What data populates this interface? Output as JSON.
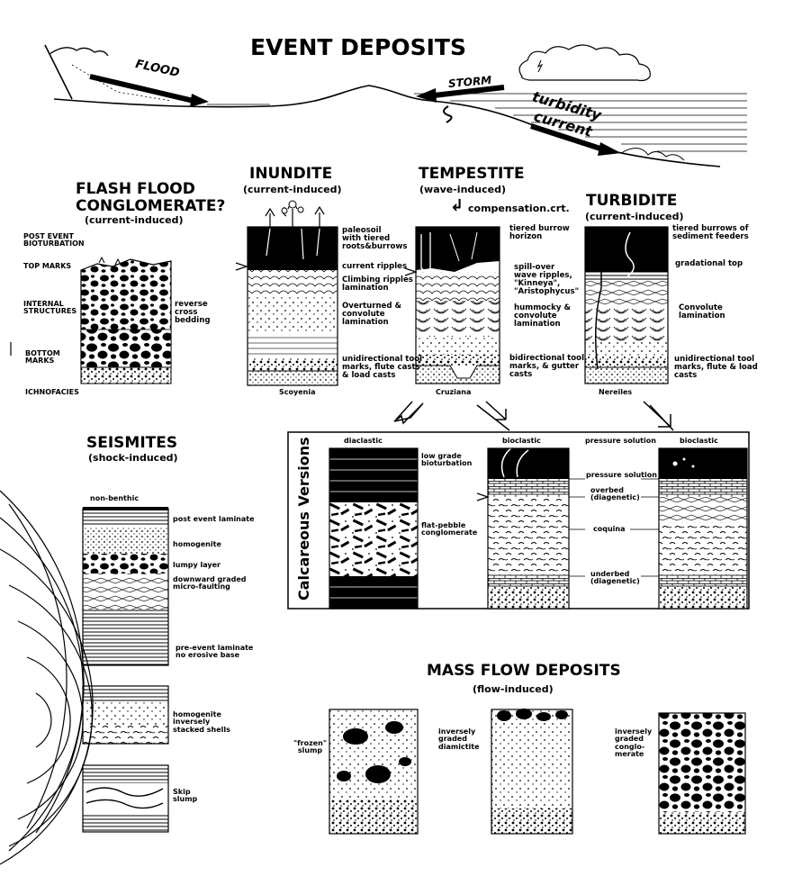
{
  "title": "EVENT DEPOSITS",
  "scene": {
    "flood": "FLOOD",
    "storm": "STORM",
    "turbidity1": "turbidity",
    "turbidity2": "current"
  },
  "flash": {
    "title1": "FLASH FLOOD",
    "title2": "CONGLOMERATE?",
    "sub": "(current-induced)",
    "left_labels": [
      "POST EVENT\nBIOTURBATION",
      "TOP MARKS",
      "INTERNAL\nSTRUCTURES",
      "BOTTOM\nMARKS",
      "ICHNOFACIES"
    ],
    "right_label": "reverse\ncross\nbedding"
  },
  "inundite": {
    "title": "INUNDITE",
    "sub": "(current-induced)",
    "labels": [
      "paleosoil\nwith tiered\nroots&burrows",
      "current ripples",
      "Climbing ripples\nlamination",
      "Overturned &\nconvolute\nlamination",
      "unidirectional tool\nmarks, flute casts\n& load casts"
    ],
    "ichno": "Scoyenia"
  },
  "tempestite": {
    "title": "TEMPESTITE",
    "sub": "(wave-induced)",
    "compensation": "compensation.crt.",
    "labels": [
      "tiered burrow\nhorizon",
      "spill-over\nwave ripples,\n\"Kinneya\",\n\"Aristophycus\"",
      "hummocky &\nconvolute\nlamination",
      "bidirectional tool\nmarks, & gutter\ncasts"
    ],
    "ichno": "Cruziana"
  },
  "turbidite": {
    "title": "TURBIDITE",
    "sub": "(current-induced)",
    "labels": [
      "tiered burrows of\nsediment feeders",
      "gradational top",
      "Convolute\nlamination",
      "unidirectional tool\nmarks, flute & load\ncasts"
    ],
    "ichno": "Nereiles"
  },
  "seismites": {
    "title": "SEISMITES",
    "sub": "(shock-induced)",
    "labels": [
      "non-benthic",
      "post event laminate",
      "homogenite",
      "lumpy layer",
      "downward graded\nmicro-faulting",
      "pre-event laminate\nno erosive base",
      "homogenite\ninversely\nstacked shells",
      "Skip\nslump"
    ]
  },
  "calcareous": {
    "side_title": "Calcareous Versions",
    "col_heads": [
      "diaclastic",
      "bioclastic",
      "pressure solution",
      "bioclastic"
    ],
    "labels": [
      "low grade\nbioturbation",
      "flat-pebble\nconglomerate",
      "pressure solution",
      "overbed\n(diagenetic)",
      "coquina",
      "underbed\n(diagenetic)"
    ]
  },
  "mass_flow": {
    "title": "MASS FLOW DEPOSITS",
    "sub": "(flow-induced)",
    "labels": [
      "\"frozen\"\nslump",
      "inversely\ngraded\ndiamictite",
      "inversely\ngraded\nconglo-\nmerate"
    ]
  }
}
